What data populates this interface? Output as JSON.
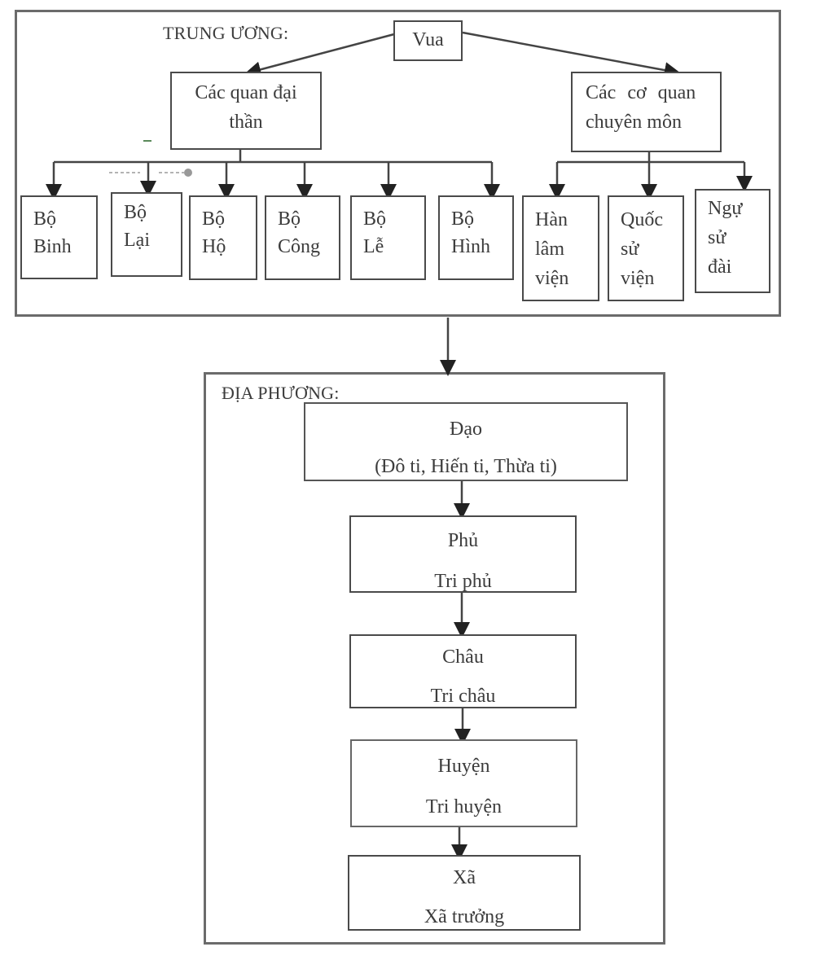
{
  "central": {
    "label": "TRUNG ƯƠNG:",
    "king": "Vua",
    "ministers_group": [
      "Các quan đại",
      "thần"
    ],
    "specialized_group": [
      "Các cơ quan",
      "chuyên môn"
    ],
    "ministries": [
      {
        "lines": [
          "Bộ",
          "Binh"
        ]
      },
      {
        "lines": [
          "Bộ",
          "Lại"
        ]
      },
      {
        "lines": [
          "Bộ",
          "Hộ"
        ]
      },
      {
        "lines": [
          "Bộ",
          "Công"
        ]
      },
      {
        "lines": [
          "Bộ",
          "Lễ"
        ]
      },
      {
        "lines": [
          "Bộ",
          "Hình"
        ]
      }
    ],
    "agencies": [
      {
        "lines": [
          "Hàn",
          "lâm",
          "viện"
        ]
      },
      {
        "lines": [
          "Quốc",
          "sử",
          "viện"
        ]
      },
      {
        "lines": [
          "Ngự",
          "sử",
          "đài"
        ]
      }
    ]
  },
  "local": {
    "label": "ĐỊA PHƯƠNG:",
    "levels": [
      {
        "title": "Đạo",
        "officials": "(Đô ti, Hiến ti, Thừa ti)"
      },
      {
        "title": "Phủ",
        "officials": "Tri phủ"
      },
      {
        "title": "Châu",
        "officials": "Tri châu"
      },
      {
        "title": "Huyện",
        "officials": "Tri huyện"
      },
      {
        "title": "Xã",
        "officials": "Xã trưởng"
      }
    ]
  }
}
